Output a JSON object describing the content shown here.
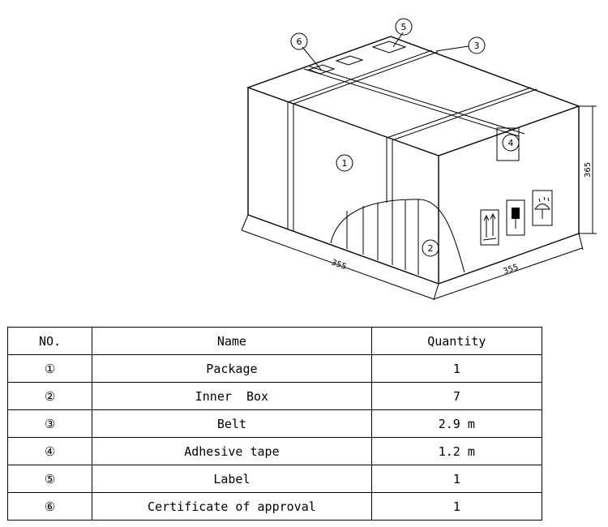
{
  "drawing": {
    "callouts": [
      "①",
      "②",
      "③",
      "④",
      "⑤",
      "⑥"
    ],
    "callout_digits": [
      "1",
      "2",
      "3",
      "4",
      "5",
      "6"
    ],
    "dimensions": {
      "length": "355",
      "width": "355",
      "height": "365"
    }
  },
  "table": {
    "headers": [
      "NO.",
      "Name",
      "Quantity"
    ],
    "rows": [
      {
        "no": "①",
        "name": "Package",
        "quantity": "1"
      },
      {
        "no": "②",
        "name": "Inner  Box",
        "quantity": "7"
      },
      {
        "no": "③",
        "name": "Belt",
        "quantity": "2.9 m"
      },
      {
        "no": "④",
        "name": "Adhesive tape",
        "quantity": "1.2 m"
      },
      {
        "no": "⑤",
        "name": "Label",
        "quantity": "1"
      },
      {
        "no": "⑥",
        "name": "Certificate of approval",
        "quantity": "1"
      }
    ]
  }
}
